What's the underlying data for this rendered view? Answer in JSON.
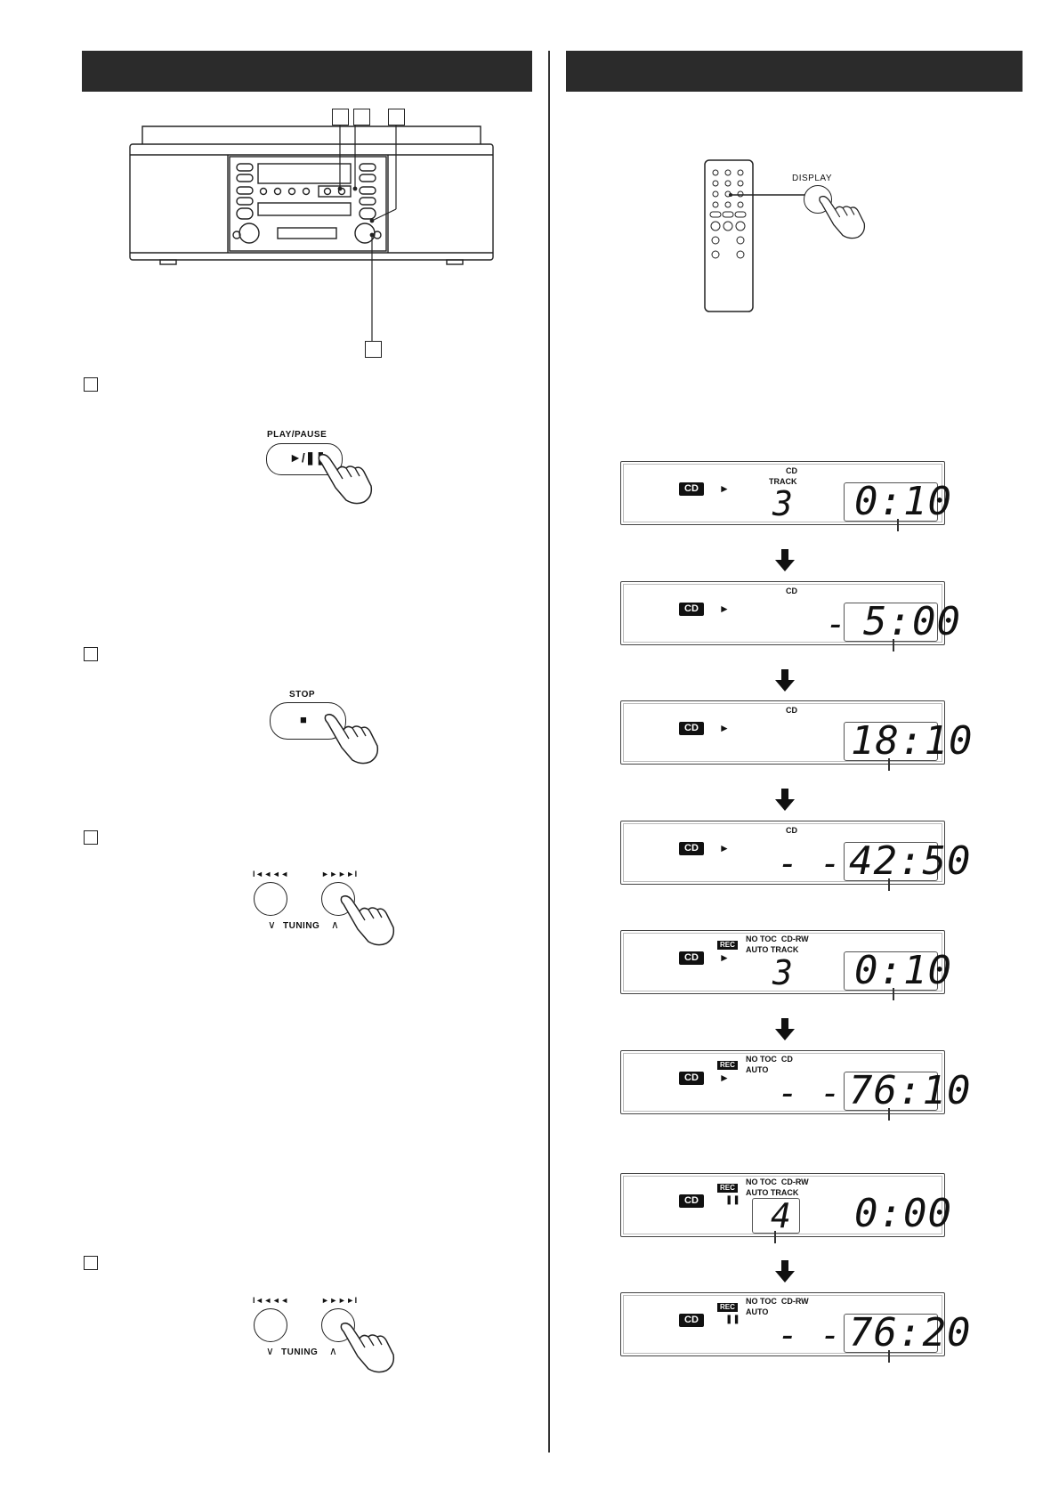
{
  "left_panel": {
    "callout_numbers": [
      "",
      "",
      "",
      ""
    ],
    "steps": [
      {
        "number": "",
        "button_label": "PLAY/PAUSE",
        "button_glyph": "►/❚❚"
      },
      {
        "number": "",
        "button_label": "STOP",
        "button_glyph": "■"
      },
      {
        "number": "",
        "left_label": "I◄◄◄◄",
        "right_label": "►►►►I",
        "tuning_label": "TUNING"
      },
      {
        "number": "",
        "left_label": "I◄◄◄◄",
        "right_label": "►►►►I",
        "tuning_label": "TUNING"
      }
    ]
  },
  "right_panel": {
    "remote_button_label": "DISPLAY",
    "displays": [
      {
        "source": "CD",
        "status": "►",
        "rec": false,
        "indicator_line1": "CD",
        "indicator_line2": "TRACK",
        "track": "3",
        "time": "0:10"
      },
      {
        "source": "CD",
        "status": "►",
        "rec": false,
        "indicator_line1": "CD",
        "indicator_line2": "",
        "track": "-",
        "time": "5:00"
      },
      {
        "source": "CD",
        "status": "►",
        "rec": false,
        "indicator_line1": "CD",
        "indicator_line2": "",
        "track": "",
        "time": "18:10"
      },
      {
        "source": "CD",
        "status": "►",
        "rec": false,
        "indicator_line1": "CD",
        "indicator_line2": "",
        "track": "- -",
        "time": "42:50"
      },
      {
        "source": "CD",
        "status": "►",
        "rec": true,
        "rec_label": "REC",
        "indicator_line1": "NO TOC  CD-RW",
        "indicator_line2": "AUTO TRACK",
        "track": "3",
        "time": "0:10"
      },
      {
        "source": "CD",
        "status": "►",
        "rec": true,
        "rec_label": "REC",
        "indicator_line1": "NO TOC  CD",
        "indicator_line2": "AUTO",
        "track": "- -",
        "time": "76:10"
      },
      {
        "source": "CD",
        "status": "❚❚",
        "rec": true,
        "rec_label": "REC",
        "indicator_line1": "NO TOC  CD-RW",
        "indicator_line2": "AUTO TRACK",
        "track": "4",
        "time": "0:00"
      },
      {
        "source": "CD",
        "status": "❚❚",
        "rec": true,
        "rec_label": "REC",
        "indicator_line1": "NO TOC  CD-RW",
        "indicator_line2": "AUTO",
        "track": "- -",
        "time": "76:20"
      }
    ]
  },
  "colors": {
    "header_bar": "#2b2b2b",
    "badge": "#111111"
  }
}
